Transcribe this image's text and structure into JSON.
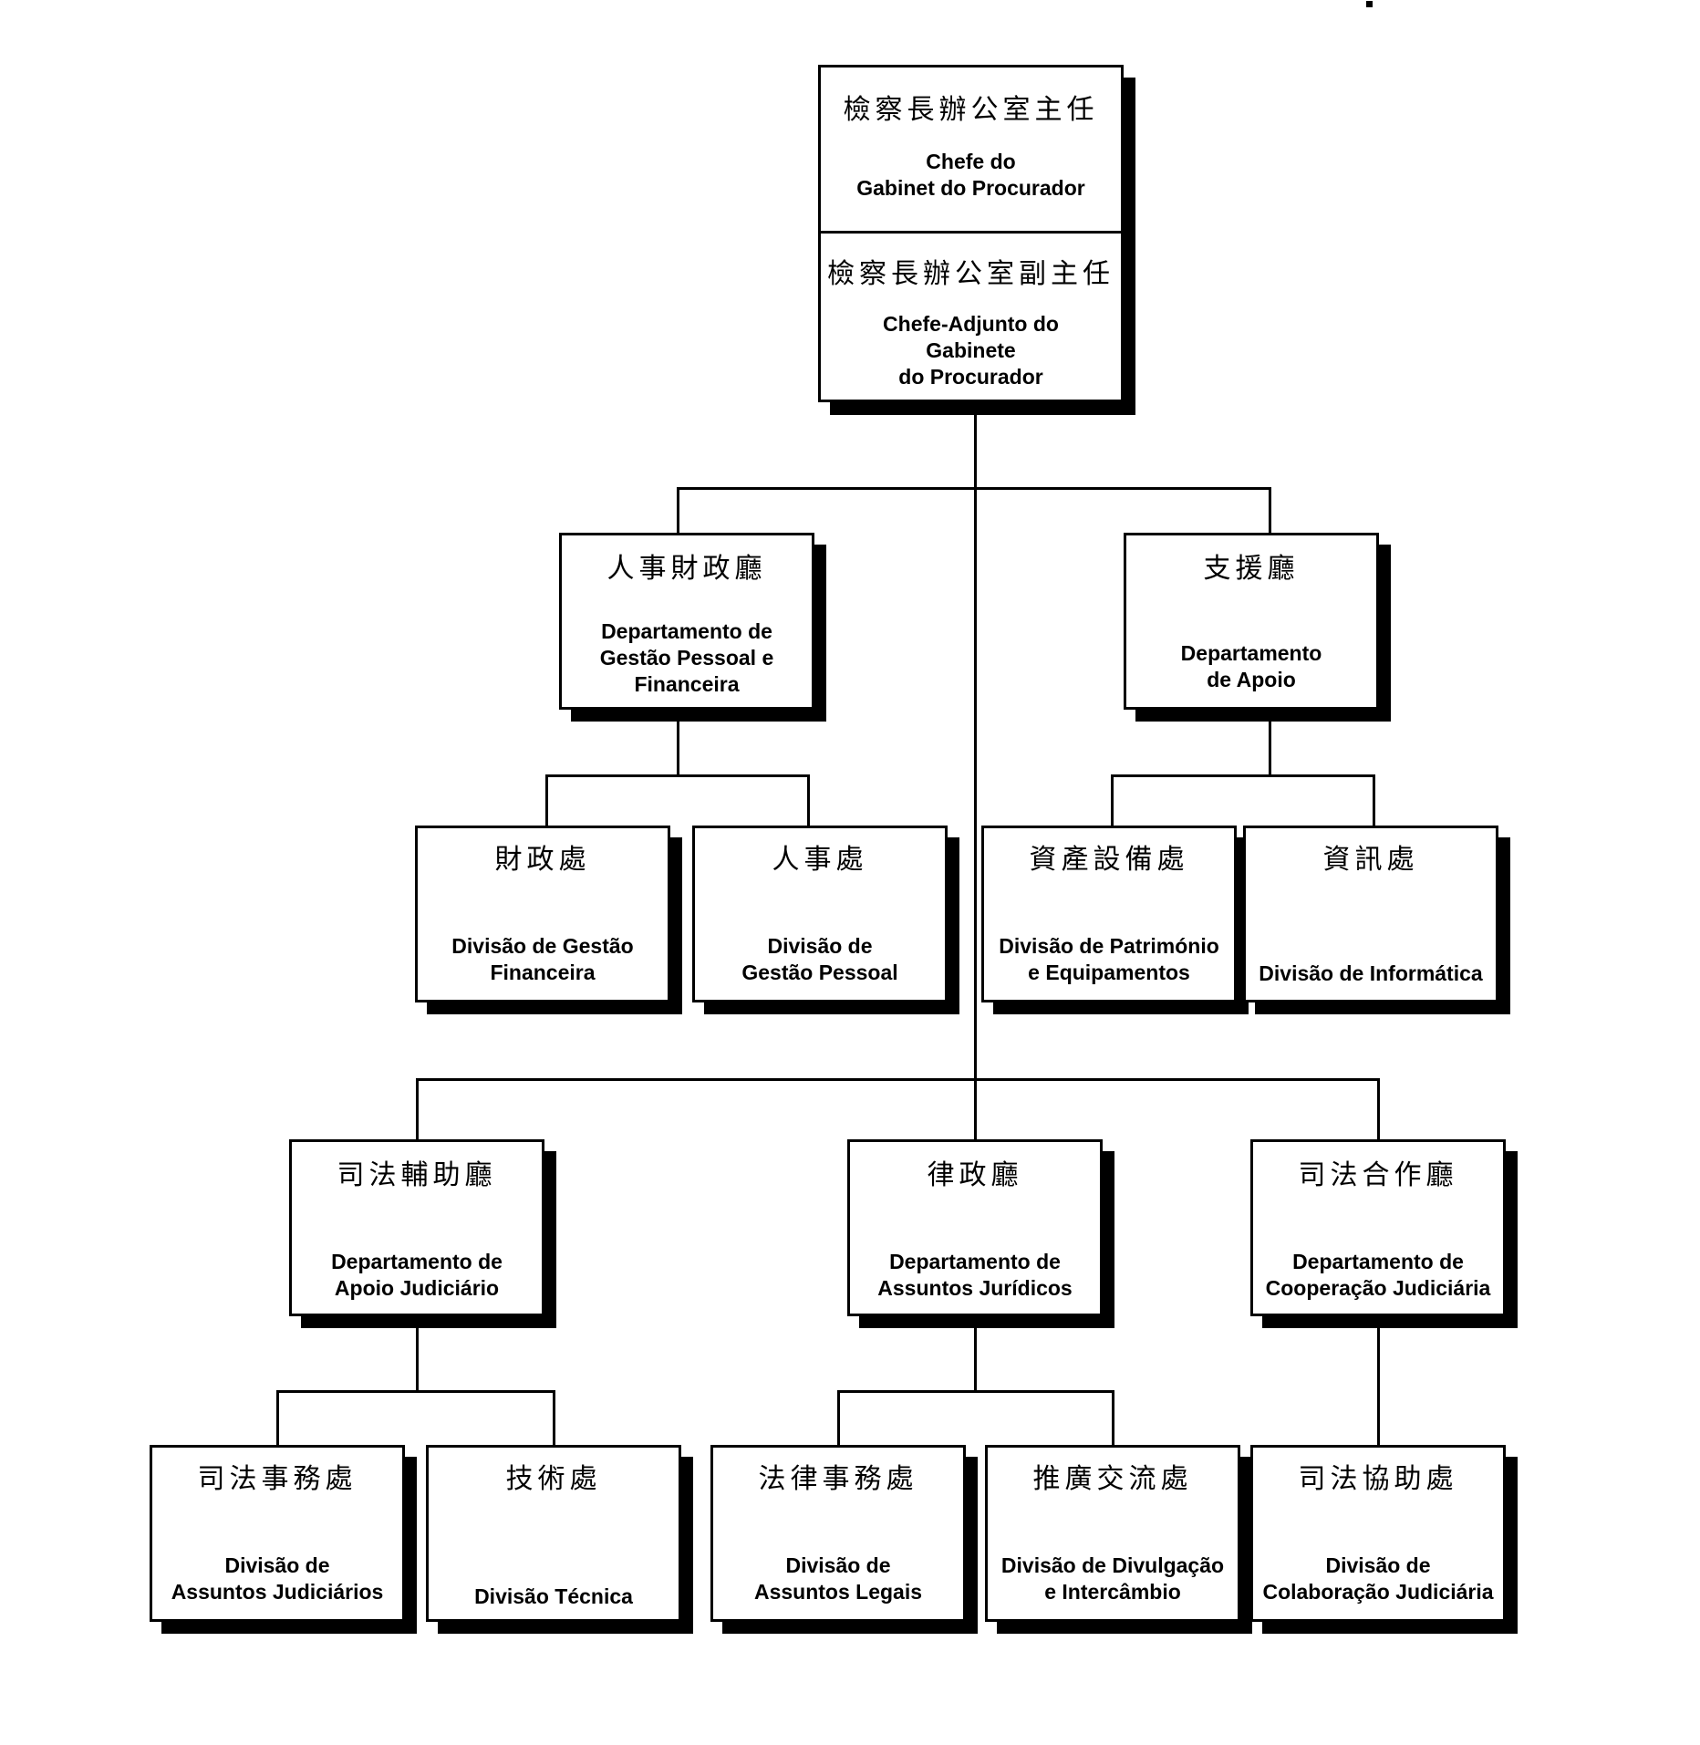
{
  "document": {
    "kind": "organizational-chart",
    "language_primary": "zh-Hant",
    "language_secondary": "pt"
  },
  "colors": {
    "background": "#ffffff",
    "stroke": "#000000",
    "shadow": "#000000",
    "text": "#000000"
  },
  "root": {
    "cells": [
      {
        "zh": "檢察長辦公室主任",
        "pt": "Chefe do\nGabinet do Procurador"
      },
      {
        "zh": "檢察長辦公室副主任",
        "pt": "Chefe-Adjunto do\nGabinete\ndo Procurador"
      }
    ]
  },
  "tier2": [
    {
      "zh": "人事財政廳",
      "pt": "Departamento de\nGestão Pessoal e\nFinanceira"
    },
    {
      "zh": "支援廳",
      "pt": "Departamento\nde Apoio"
    }
  ],
  "tier2_children": [
    {
      "zh": "財政處",
      "pt": "Divisão de Gestão\nFinanceira"
    },
    {
      "zh": "人事處",
      "pt": "Divisão de\nGestão Pessoal"
    },
    {
      "zh": "資產設備處",
      "pt": "Divisão de Património\ne Equipamentos"
    },
    {
      "zh": "資訊處",
      "pt": "Divisão de Informática"
    }
  ],
  "tier3": [
    {
      "zh": "司法輔助廳",
      "pt": "Departamento de\nApoio Judiciário"
    },
    {
      "zh": "律政廳",
      "pt": "Departamento de\nAssuntos Jurídicos"
    },
    {
      "zh": "司法合作廳",
      "pt": "Departamento de\nCooperação Judiciária"
    }
  ],
  "tier3_children": [
    {
      "zh": "司法事務處",
      "pt": "Divisão de\nAssuntos Judiciários"
    },
    {
      "zh": "技術處",
      "pt": "Divisão Técnica"
    },
    {
      "zh": "法律事務處",
      "pt": "Divisão de\nAssuntos Legais"
    },
    {
      "zh": "推廣交流處",
      "pt": "Divisão de Divulgação\ne Intercâmbio"
    },
    {
      "zh": "司法協助處",
      "pt": "Divisão de\nColaboração Judiciária"
    }
  ]
}
